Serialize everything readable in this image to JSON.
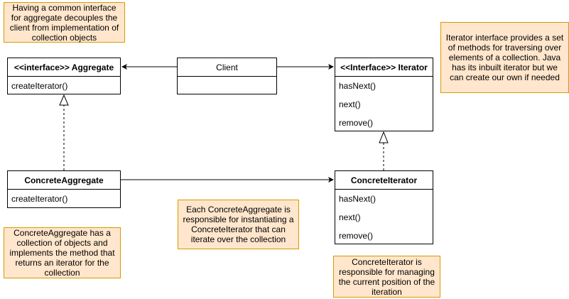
{
  "notes": {
    "aggregate_note": "Having a common interface for aggregate decouples the client from implementation of collection objects",
    "iterator_note": "Iterator interface provides a set of methods for traversing over elements of a collection. Java has its inbuilt iterator but we can create our own if needed",
    "concrete_aggregate_note": "ConcreteAggregate has a collection of objects and implements the method that returns an iterator for the collection",
    "middle_note": "Each ConcreteAggregate is responsible for instantiating a ConcreteIterator that can iterate over the collection",
    "concrete_iterator_note": "ConcreteIterator is responsible for managing the current position of the iteration"
  },
  "classes": {
    "aggregate": {
      "title": "<<interface>> Aggregate",
      "methods": [
        "createIterator()"
      ]
    },
    "client": {
      "title": "Client"
    },
    "iterator": {
      "title": "<<Interface>> Iterator",
      "methods": [
        "hasNext()",
        "next()",
        "remove()"
      ]
    },
    "concrete_aggregate": {
      "title": "ConcreteAggregate",
      "methods": [
        "createIterator()"
      ]
    },
    "concrete_iterator": {
      "title": "ConcreteIterator",
      "methods": [
        "hasNext()",
        "next()",
        "remove()"
      ]
    }
  },
  "colors": {
    "note_fill": "#ffe6cc",
    "note_border": "#d79b00",
    "line": "#000000"
  }
}
